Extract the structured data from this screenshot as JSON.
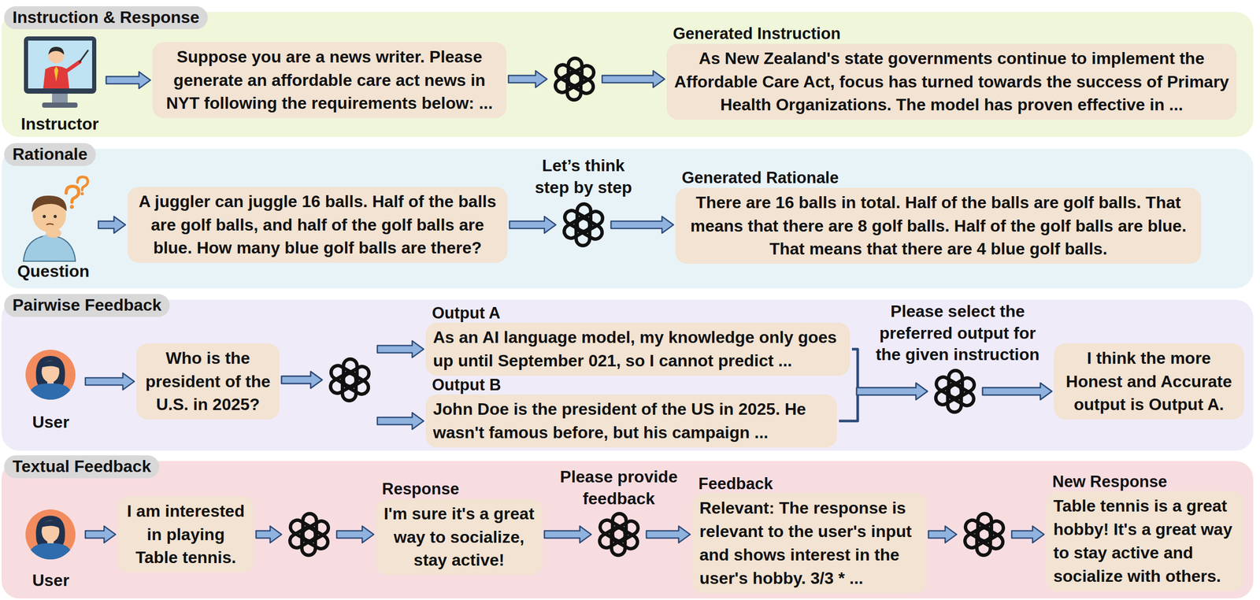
{
  "diagram": {
    "nodes": [
      {
        "text": [
          "Instruction & Response"
        ]
      },
      {
        "text": [
          "Instructor"
        ],
        "in": 0
      },
      {
        "text": [
          "Suppose you are a news writer. Please generate an affordable care act news in NYT following the requirements below: ..."
        ],
        "in": 0
      },
      {
        "text": [
          "Generated Instruction",
          "As New Zealand's state governments continue to implement the Affordable Care Act, focus has turned towards the success of Primary Health Organizations. The model has proven effective in ..."
        ],
        "in": 0
      },
      {
        "text": [
          "Rationale"
        ]
      },
      {
        "text": [
          "Question"
        ],
        "in": 4
      },
      {
        "text": [
          "A juggler can juggle 16 balls. Half of the balls are golf balls, and half of the golf balls are blue. How many blue golf balls are there?"
        ],
        "in": 4
      },
      {
        "text": [
          "Generated Rationale",
          "There are 16 balls in total. Half of the balls are golf balls. That means that there are 8 golf balls. Half of the golf balls are blue. That means that there are 4 blue golf balls."
        ],
        "in": 4
      },
      {
        "text": [
          "Pairwise Feedback"
        ]
      },
      {
        "text": [
          "User"
        ],
        "in": 8
      },
      {
        "text": [
          "Who is the president of the U.S. in 2025?"
        ],
        "in": 8
      },
      {
        "text": [
          "Output A",
          "As an AI language model, my knowledge only goes up until September 021, so I cannot predict ..."
        ],
        "in": 8
      },
      {
        "text": [
          "Output B",
          "John Doe is the president of the US in 2025. He wasn't famous before, but his campaign ..."
        ],
        "in": 8
      },
      {
        "text": [
          "I think the more Honest and Accurate output is Output A."
        ],
        "in": 8
      },
      {
        "text": [
          "Textual Feedback"
        ]
      },
      {
        "text": [
          "User"
        ],
        "in": 14
      },
      {
        "text": [
          "I am interested in playing Table tennis."
        ],
        "in": 14
      },
      {
        "text": [
          "Response",
          "I'm sure it's a great way to socialize, stay active!"
        ],
        "in": 14
      },
      {
        "text": [
          "Feedback",
          "Relevant: The response is relevant to the user's input and shows interest in the user's hobby. 3/3 * ..."
        ],
        "in": 14
      },
      {
        "text": [
          "New Response",
          "Table tennis is a great hobby! It's a great way to stay active and socialize with others."
        ],
        "in": 14
      }
    ],
    "edges": [
      {
        "from": 1,
        "to": 2,
        "arrow": "to"
      },
      {
        "from": 2,
        "to": 3,
        "arrow": "to"
      },
      {
        "from": 5,
        "to": 6,
        "arrow": "to"
      },
      {
        "from": 6,
        "to": 7,
        "arrow": "to"
      },
      {
        "from": 9,
        "to": 10,
        "arrow": "to"
      },
      {
        "from": 10,
        "to": 11,
        "arrow": "to"
      },
      {
        "from": 10,
        "to": 12,
        "arrow": "to"
      },
      {
        "from": 11,
        "to": 13,
        "arrow": "to"
      },
      {
        "from": 12,
        "to": 13,
        "arrow": "to"
      },
      {
        "from": 15,
        "to": 16,
        "arrow": "to"
      },
      {
        "from": 16,
        "to": 17,
        "arrow": "to"
      },
      {
        "from": 17,
        "to": 18,
        "arrow": "to"
      },
      {
        "from": 18,
        "to": 19,
        "arrow": "to"
      }
    ],
    "labels": [
      "Let’s think step by step",
      "Please select the preferred output for the given instruction",
      "Please provide feedback"
    ]
  }
}
